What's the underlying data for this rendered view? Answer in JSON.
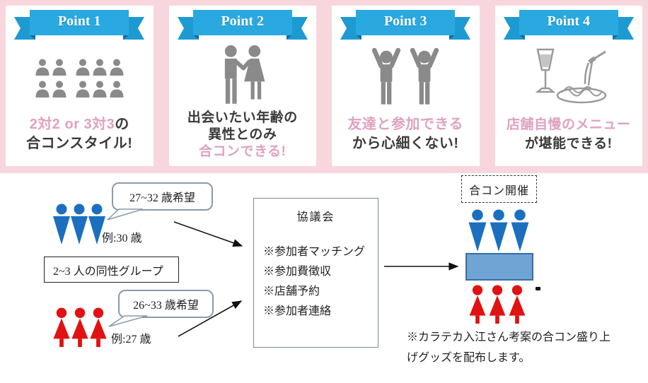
{
  "colors": {
    "band_pink": "#F7D7DD",
    "ribbon_blue": "#29A9E0",
    "ribbon_tail": "#1E9AD2",
    "ribbon_fold": "#0F6E9E",
    "pink_text": "#DFA2C0",
    "dark_text": "#3A3A3A",
    "icon_gray": "#8A8A8A",
    "male_blue": "#1B6FBE",
    "female_red": "#E01212",
    "table_blue": "#6FA4D4",
    "table_border": "#3A6EA5"
  },
  "points": [
    {
      "banner": "Point 1",
      "icon": "people-group-icon",
      "caption_pink": "2対2 or 3対3",
      "caption_dark": "の",
      "caption_line2": "合コンスタイル!"
    },
    {
      "banner": "Point 2",
      "icon": "couple-holding-hands-icon",
      "caption_line1": "出会いたい年齢の",
      "caption_line2": "異性とのみ",
      "caption_pink": "合コンできる!"
    },
    {
      "banner": "Point 3",
      "icon": "cheering-friends-icon",
      "caption_pink": "友達と参加できる",
      "caption_line2": "から心細くない!"
    },
    {
      "banner": "Point 4",
      "icon": "champagne-pasta-icon",
      "caption_pink": "店舗自慢のメニュー",
      "caption_line2": "が堪能できる!"
    }
  ],
  "flow": {
    "men_bubble": "27~32 歳希望",
    "men_example": "例:30 歳",
    "group_box": "2~3 人の同性グループ",
    "women_bubble": "26~33 歳希望",
    "women_example": "例:27 歳",
    "council": {
      "title": "協議会",
      "items": [
        "※参加者マッチング",
        "※参加費徴収",
        "※店舗予約",
        "※参加者連絡"
      ]
    },
    "event_box": "合コン開催",
    "note_line1": "※カラテカ入江さん考案の合コン盛り上",
    "note_line2": "げグッズを配布します。"
  }
}
